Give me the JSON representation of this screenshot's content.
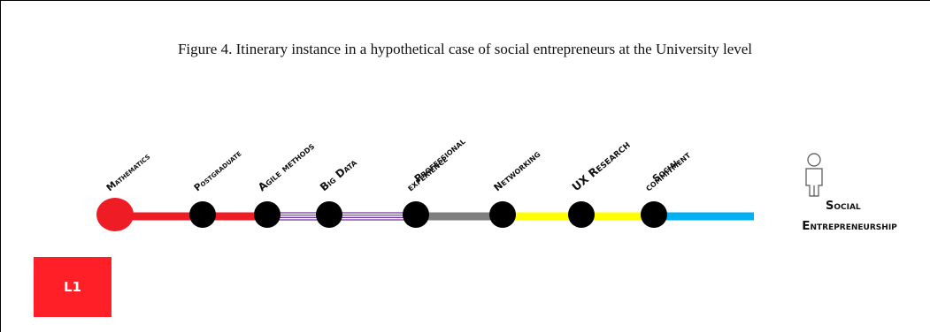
{
  "caption": "Figure 4. Itinerary instance in a hypothetical case of social entrepreneurs at the University level",
  "line_badge": "L1",
  "colors": {
    "line_badge": "#ff1f26",
    "segment_red": "#ee1c25",
    "segment_purple": "#7030a0",
    "segment_gray": "#7f7f7f",
    "segment_yellow": "#ffff00",
    "segment_blue": "#00b0f0",
    "stop": "#000000",
    "start_stop": "#ee1c25"
  },
  "segments": [
    {
      "style": "solid",
      "color": "#ee1c25"
    },
    {
      "style": "solid",
      "color": "#ee1c25"
    },
    {
      "style": "striped",
      "color": "#7030a0"
    },
    {
      "style": "striped",
      "color": "#7030a0"
    },
    {
      "style": "solid",
      "color": "#7f7f7f"
    },
    {
      "style": "solid",
      "color": "#ffff00"
    },
    {
      "style": "solid",
      "color": "#ffff00"
    },
    {
      "style": "solid",
      "color": "#00b0f0"
    }
  ],
  "stops": [
    {
      "label_lines": [
        "Mathematics"
      ],
      "kind": "start"
    },
    {
      "label_lines": [
        "Postgraduate"
      ],
      "kind": "stop"
    },
    {
      "label_lines": [
        "Agile methods"
      ],
      "kind": "stop"
    },
    {
      "label_lines": [
        "Big Data"
      ],
      "kind": "stop"
    },
    {
      "label_lines": [
        "Professional",
        "experience"
      ],
      "kind": "stop"
    },
    {
      "label_lines": [
        "Networking"
      ],
      "kind": "stop"
    },
    {
      "label_lines": [
        "UX Research"
      ],
      "kind": "stop"
    },
    {
      "label_lines": [
        "Social",
        "commitment"
      ],
      "kind": "stop"
    }
  ],
  "destination": {
    "label_lines": [
      "Social",
      "Entrepreneurship"
    ],
    "icon": "person-icon"
  }
}
